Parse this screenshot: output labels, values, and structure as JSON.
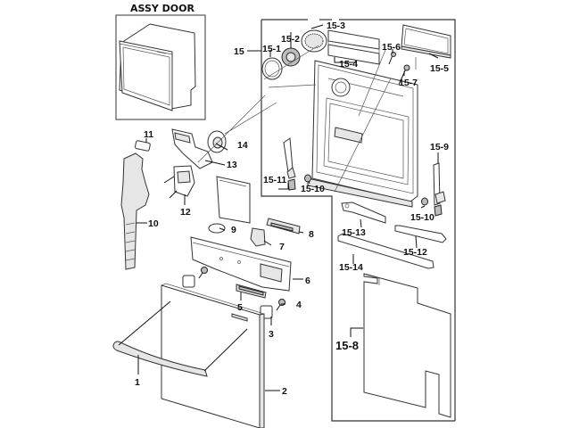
{
  "diagram": {
    "title": "ASSY DOOR",
    "type": "exploded-parts-diagram",
    "callouts": {
      "c1": "1",
      "c2": "2",
      "c3": "3",
      "c4": "4",
      "c5": "5",
      "c6": "6",
      "c7": "7",
      "c8": "8",
      "c9": "9",
      "c10": "10",
      "c11": "11",
      "c12": "12",
      "c13": "13",
      "c14": "14",
      "c15": "15",
      "c15_1": "15-1",
      "c15_2": "15-2",
      "c15_3": "15-3",
      "c15_4": "15-4",
      "c15_5": "15-5",
      "c15_6": "15-6",
      "c15_7": "15-7",
      "c15_8": "15-8",
      "c15_9": "15-9",
      "c15_10a": "15-10",
      "c15_10b": "15-10",
      "c15_11": "15-11",
      "c15_12": "15-12",
      "c15_13": "15-13",
      "c15_14": "15-14"
    }
  }
}
